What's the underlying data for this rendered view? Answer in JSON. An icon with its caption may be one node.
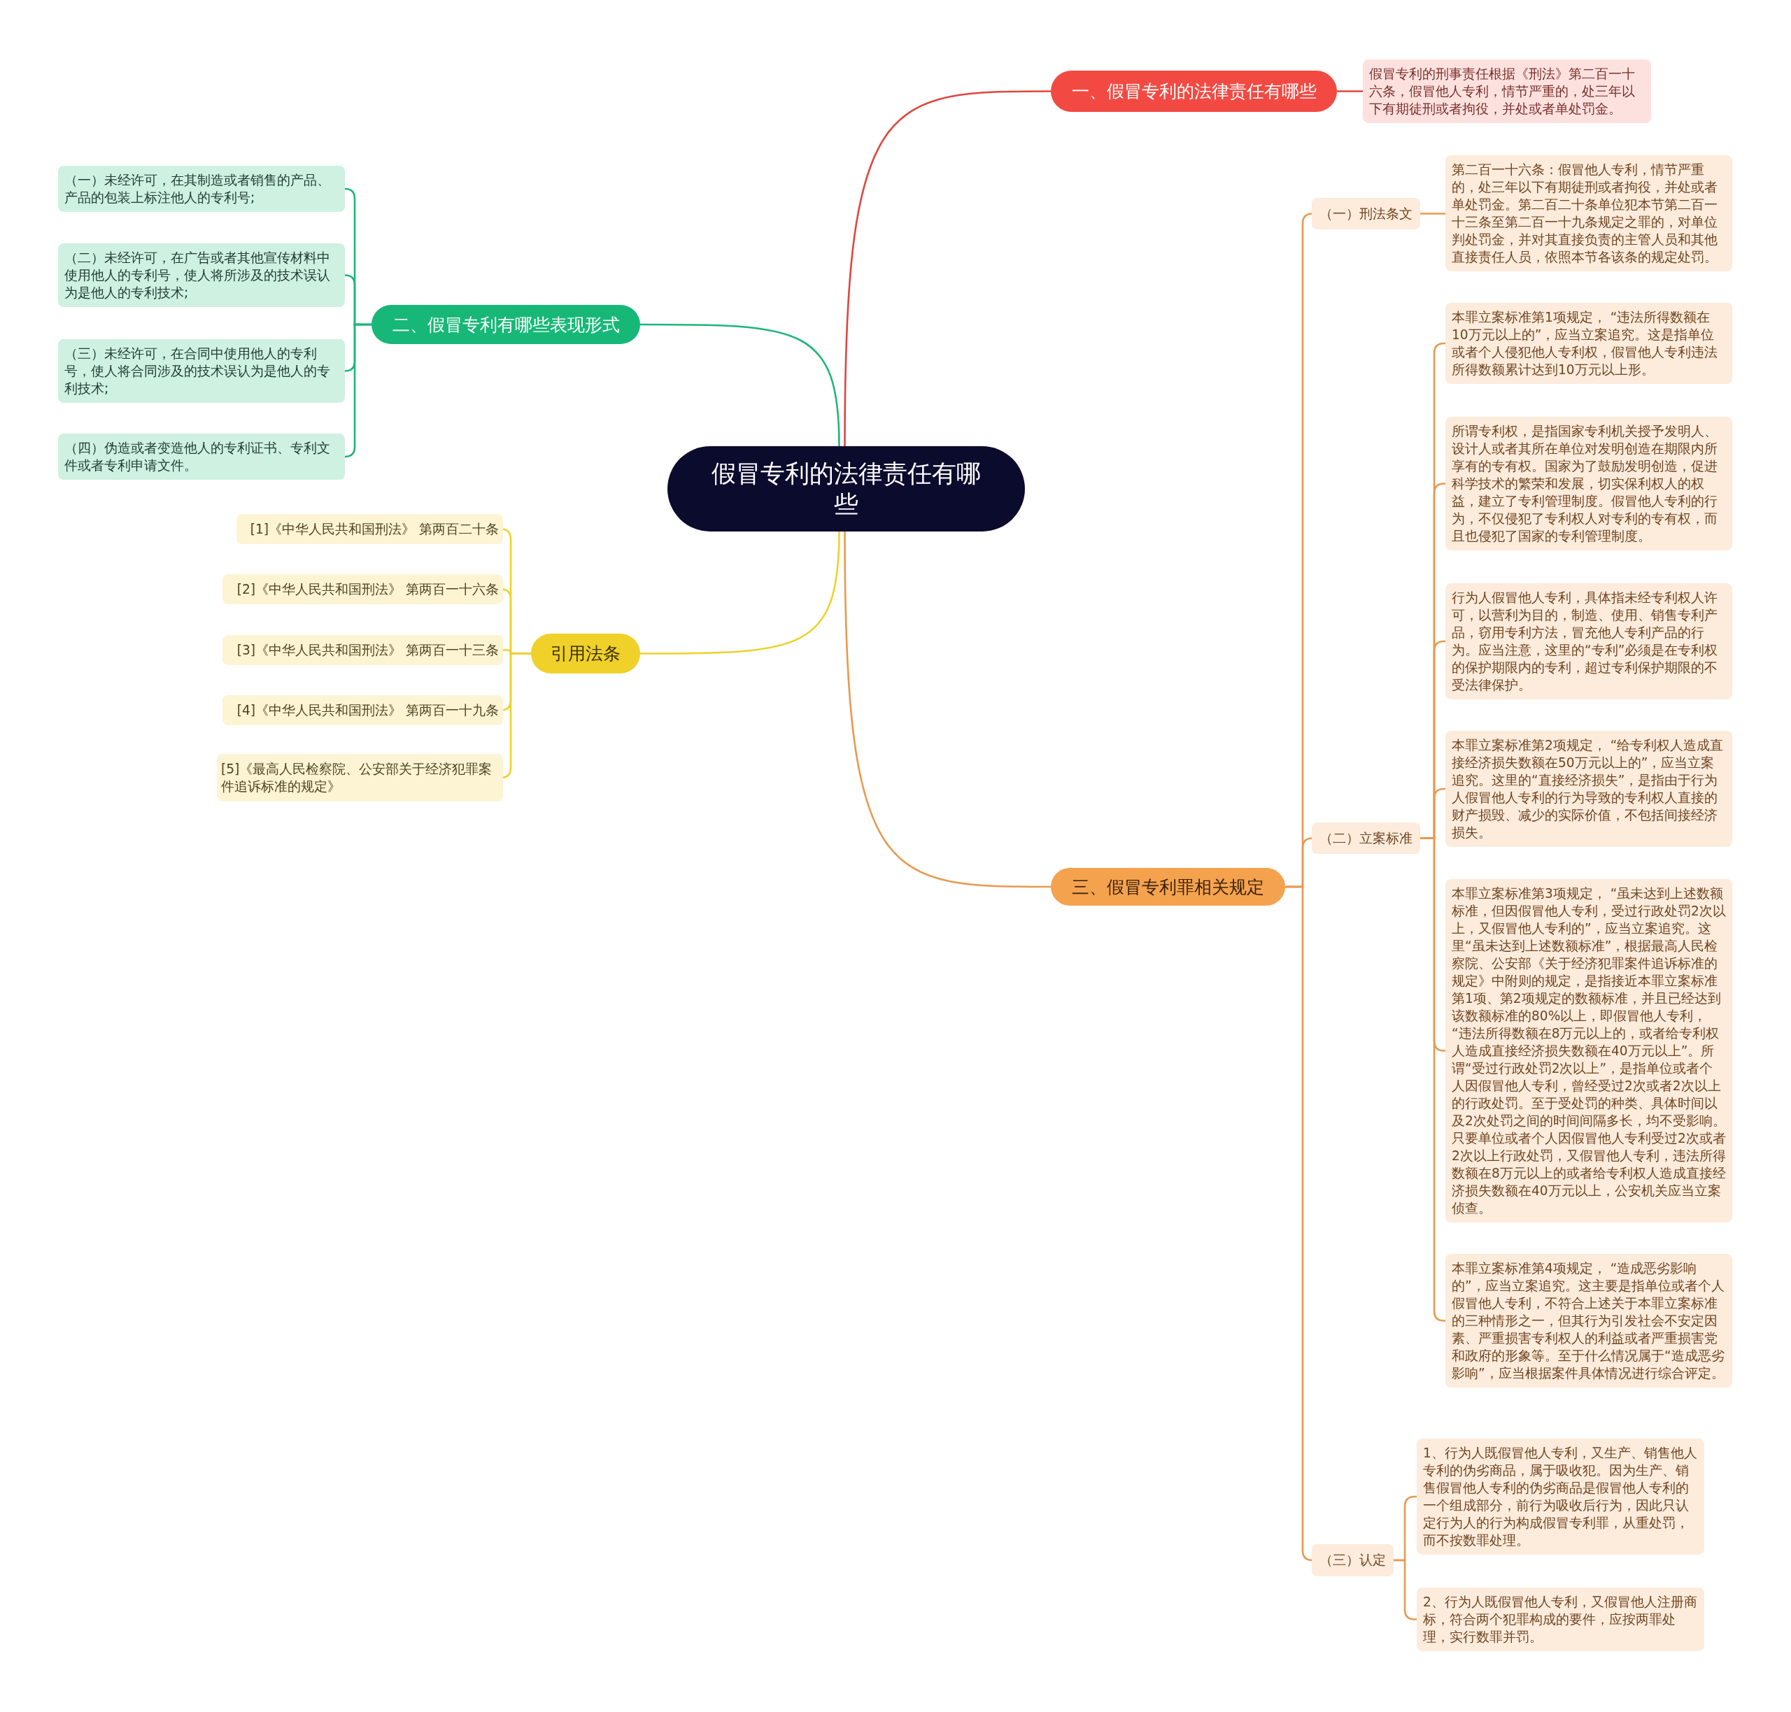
{
  "diagram": {
    "nodes": [
      {
        "text": [
          "假冒专利的法律责任有哪些"
        ]
      },
      {
        "text": [
          "一、假冒专利的法律责任有哪些"
        ]
      },
      {
        "text": [
          "假冒专利的刑事责任根据《刑法》第二百一十六条，假冒他人专利，情节严重的，处三年以下有期徒刑或者拘役，并处或者单处罚金。"
        ]
      },
      {
        "text": [
          "二、假冒专利有哪些表现形式"
        ]
      },
      {
        "text": [
          "（一）未经许可，在其制造或者销售的产品、产品的包装上标注他人的专利号;"
        ]
      },
      {
        "text": [
          "（二）未经许可，在广告或者其他宣传材料中使用他人的专利号，使人将所涉及的技术误认为是他人的专利技术;"
        ]
      },
      {
        "text": [
          "（三）未经许可，在合同中使用他人的专利号，使人将合同涉及的技术误认为是他人的专利技术;"
        ]
      },
      {
        "text": [
          "（四）伪造或者变造他人的专利证书、专利文件或者专利申请文件。"
        ]
      },
      {
        "text": [
          "引用法条"
        ]
      },
      {
        "text": [
          "[1]《中华人民共和国刑法》 第两百二十条"
        ]
      },
      {
        "text": [
          "[2]《中华人民共和国刑法》 第两百一十六条"
        ]
      },
      {
        "text": [
          "[3]《中华人民共和国刑法》 第两百一十三条"
        ]
      },
      {
        "text": [
          "[4]《中华人民共和国刑法》 第两百一十九条"
        ]
      },
      {
        "text": [
          "[5]《最高人民检察院、公安部关于经济犯罪案件追诉标准的规定》"
        ]
      },
      {
        "text": [
          "三、假冒专利罪相关规定"
        ]
      },
      {
        "text": [
          "（一）刑法条文"
        ]
      },
      {
        "text": [
          "第二百一十六条：假冒他人专利，情节严重的，处三年以下有期徒刑或者拘役，并处或者单处罚金。第二百二十条单位犯本节第二百一十三条至第二百一十九条规定之罪的，对单位判处罚金，并对其直接负责的主管人员和其他直接责任人员，依照本节各该条的规定处罚。"
        ]
      },
      {
        "text": [
          "（二）立案标准"
        ]
      },
      {
        "text": [
          "本罪立案标准第1项规定， “违法所得数额在10万元以上的”，应当立案追究。这是指单位或者个人侵犯他人专利权，假冒他人专利违法所得数额累计达到10万元以上形。"
        ]
      },
      {
        "text": [
          "所谓专利权，是指国家专利机关授予发明人、设计人或者其所在单位对发明创造在期限内所享有的专有权。国家为了鼓励发明创造，促进科学技术的繁荣和发展，切实保利权人的权益，建立了专利管理制度。假冒他人专利的行为，不仅侵犯了专利权人对专利的专有权，而且也侵犯了国家的专利管理制度。"
        ]
      },
      {
        "text": [
          "行为人假冒他人专利，具体指未经专利权人许可，以营利为目的，制造、使用、销售专利产品，窃用专利方法，冒充他人专利产品的行为。应当注意，这里的“专利”必须是在专利权的保护期限内的专利，超过专利保护期限的不受法律保护。"
        ]
      },
      {
        "text": [
          "本罪立案标准第2项规定， “给专利权人造成直接经济损失数额在50万元以上的”，应当立案追究。这里的“直接经济损失”，是指由于行为人假冒他人专利的行为导致的专利权人直接的财产损毁、减少的实际价值，不包括间接经济损失。"
        ]
      },
      {
        "text": [
          "本罪立案标准第3项规定， “虽未达到上述数额标准，但因假冒他人专利，受过行政处罚2次以上，又假冒他人专利的”，应当立案追究。这里“虽未达到上述数额标准”，根据最高人民检察院、公安部《关于经济犯罪案件追诉标准的规定》中附则的规定，是指接近本罪立案标准第1项、第2项规定的数额标准，并且已经达到该数额标准的80%以上，即假冒他人专利， “违法所得数额在8万元以上的，或者给专利权人造成直接经济损失数额在40万元以上”。所谓“受过行政处罚2次以上”，是指单位或者个人因假冒他人专利，曾经受过2次或者2次以上的行政处罚。至于受处罚的种类、具体时间以及2次处罚之间的时间间隔多长，均不受影响。只要单位或者个人因假冒他人专利受过2次或者2次以上行政处罚，又假冒他人专利，违法所得数额在8万元以上的或者给专利权人造成直接经济损失数额在40万元以上，公安机关应当立案侦查。"
        ]
      },
      {
        "text": [
          "本罪立案标准第4项规定， “造成恶劣影响的”，应当立案追究。这主要是指单位或者个人假冒他人专利，不符合上述关于本罪立案标准的三种情形之一，但其行为引发社会不安定因素、严重损害专利权人的利益或者严重损害党和政府的形象等。至于什么情况属于“造成恶劣影响”，应当根据案件具体情况进行综合评定。"
        ]
      },
      {
        "text": [
          "（三）认定"
        ]
      },
      {
        "text": [
          "1、行为人既假冒他人专利，又生产、销售他人专利的伪劣商品，属于吸收犯。因为生产、销售假冒他人专利的伪劣商品是假冒他人专利的一个组成部分，前行为吸收后行为，因此只认定行为人的行为构成假冒专利罪，从重处罚，而不按数罪处理。"
        ]
      },
      {
        "text": [
          "2、行为人既假冒他人专利，又假冒他人注册商标，符合两个犯罪构成的要件，应按两罪处理，实行数罪并罚。"
        ]
      }
    ],
    "edges": [
      {
        "from": 0,
        "to": 1,
        "arrow": "none",
        "color": "#e0463f"
      },
      {
        "from": 1,
        "to": 2,
        "arrow": "none",
        "color": "#e0463f"
      },
      {
        "from": 0,
        "to": 3,
        "arrow": "none",
        "color": "#1db67a"
      },
      {
        "from": 3,
        "to": 4,
        "arrow": "none",
        "color": "#1db67a"
      },
      {
        "from": 3,
        "to": 5,
        "arrow": "none",
        "color": "#1db67a"
      },
      {
        "from": 3,
        "to": 6,
        "arrow": "none",
        "color": "#1db67a"
      },
      {
        "from": 3,
        "to": 7,
        "arrow": "none",
        "color": "#1db67a"
      },
      {
        "from": 0,
        "to": 8,
        "arrow": "none",
        "color": "#ecd22c"
      },
      {
        "from": 8,
        "to": 9,
        "arrow": "none",
        "color": "#ecd22c"
      },
      {
        "from": 8,
        "to": 10,
        "arrow": "none",
        "color": "#ecd22c"
      },
      {
        "from": 8,
        "to": 11,
        "arrow": "none",
        "color": "#ecd22c"
      },
      {
        "from": 8,
        "to": 12,
        "arrow": "none",
        "color": "#ecd22c"
      },
      {
        "from": 8,
        "to": 13,
        "arrow": "none",
        "color": "#ecd22c"
      },
      {
        "from": 0,
        "to": 14,
        "arrow": "none"
      },
      {
        "from": 14,
        "to": 15,
        "arrow": "none"
      },
      {
        "from": 15,
        "to": 16,
        "arrow": "none"
      },
      {
        "from": 14,
        "to": 17,
        "arrow": "none"
      },
      {
        "from": 17,
        "to": 18,
        "arrow": "none"
      },
      {
        "from": 17,
        "to": 19,
        "arrow": "none"
      },
      {
        "from": 17,
        "to": 20,
        "arrow": "none"
      },
      {
        "from": 17,
        "to": 21,
        "arrow": "none"
      },
      {
        "from": 17,
        "to": 22,
        "arrow": "none"
      },
      {
        "from": 17,
        "to": 23,
        "arrow": "none"
      },
      {
        "from": 14,
        "to": 24,
        "arrow": "none"
      },
      {
        "from": 24,
        "to": 25,
        "arrow": "none"
      },
      {
        "from": 24,
        "to": 26,
        "arrow": "none"
      }
    ]
  }
}
